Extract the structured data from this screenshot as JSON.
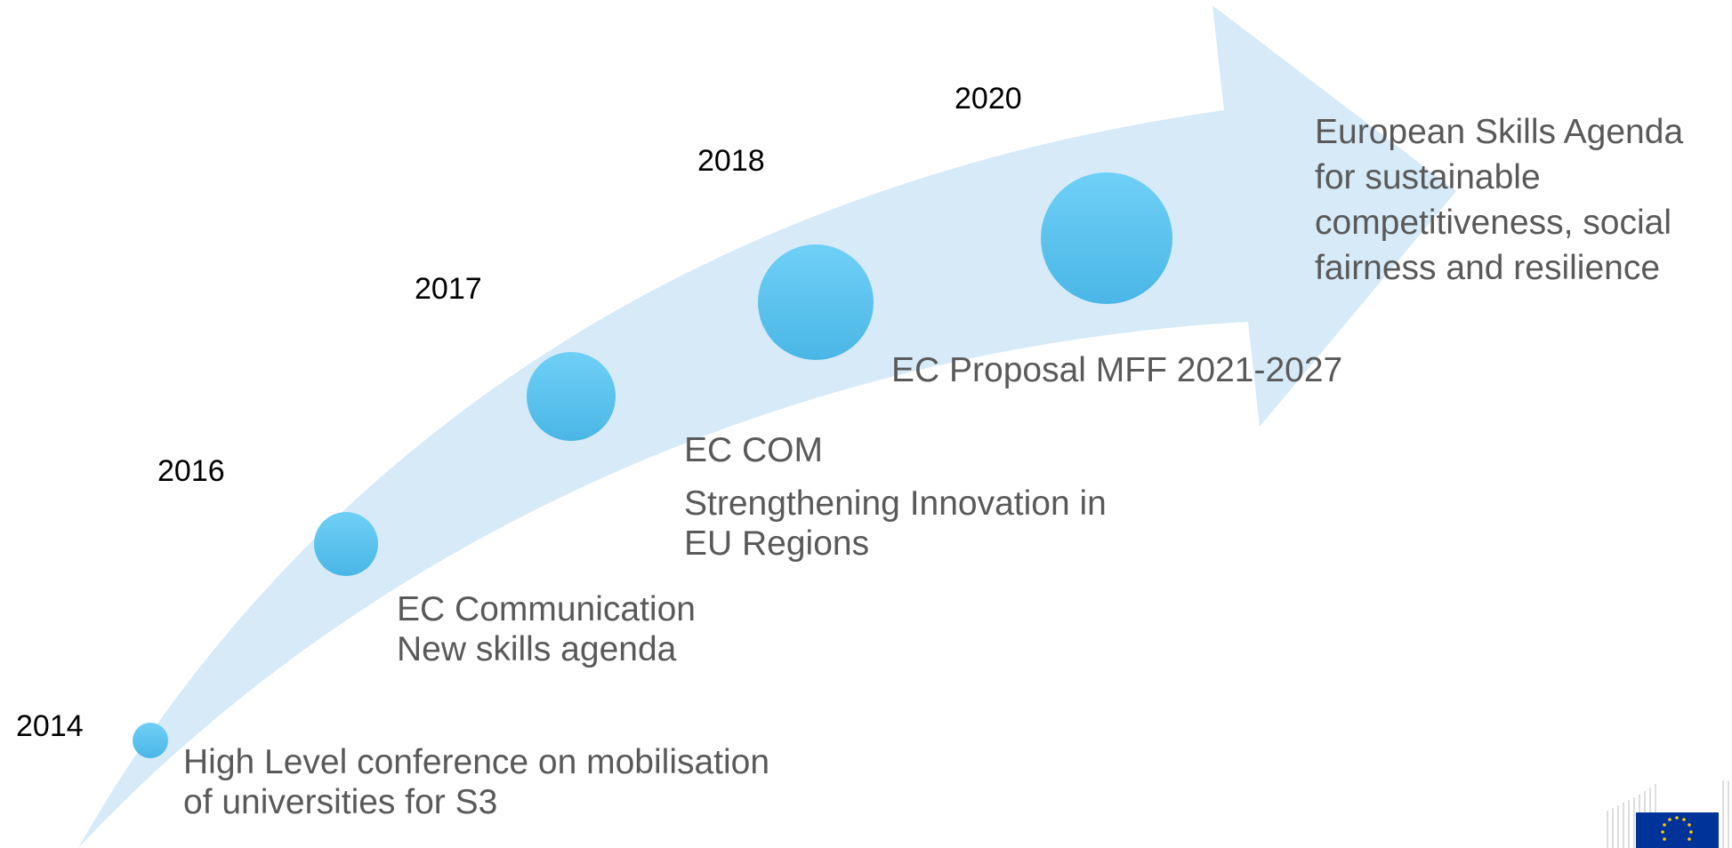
{
  "timeline": {
    "milestones": [
      {
        "year": "2014",
        "lines": [
          "High Level conference on mobilisation",
          "of universities for S3"
        ]
      },
      {
        "year": "2016",
        "lines": [
          "EC Communication",
          "New skills agenda"
        ]
      },
      {
        "year": "2017",
        "lines": [
          "EC COM"
        ],
        "sublines": [
          "Strengthening Innovation in",
          "EU Regions"
        ]
      },
      {
        "year": "2018",
        "lines": [
          "EC Proposal MFF 2021-2027"
        ]
      },
      {
        "year": "2020",
        "lines": [
          "European Skills Agenda",
          "for sustainable",
          "competitiveness, social",
          "fairness and resilience"
        ]
      }
    ]
  },
  "colors": {
    "arrow": "#d6eaf8",
    "circle_top": "#6fd0f6",
    "circle_bottom": "#4ab6e6",
    "year_text": "#000000",
    "label_text": "#595959",
    "eu_flag": "#003399",
    "eu_stars": "#ffcc00"
  },
  "logo": {
    "name": "european-commission-logo"
  }
}
